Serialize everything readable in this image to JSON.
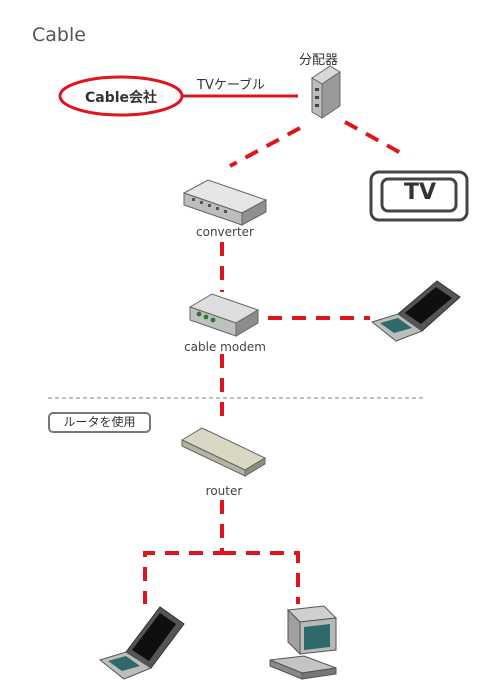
{
  "title": "Cable",
  "provider": {
    "label": "Cable会社"
  },
  "splitter": {
    "label": "分配器"
  },
  "tv_cable": {
    "label": "TVケーブル"
  },
  "tv": {
    "label": "TV"
  },
  "converter": {
    "label": "converter"
  },
  "modem": {
    "label": "cable modem"
  },
  "router_section": {
    "badge": "ルータを使用"
  },
  "router": {
    "label": "router"
  },
  "colors": {
    "link": "#e0141e",
    "device": "#a9a9a9",
    "screen": "#111111",
    "divider": "#999999"
  },
  "icons": [
    "splitter-icon",
    "tv-icon",
    "converter-icon",
    "cable-modem-icon",
    "laptop-icon",
    "router-icon",
    "desktop-pc-icon"
  ]
}
